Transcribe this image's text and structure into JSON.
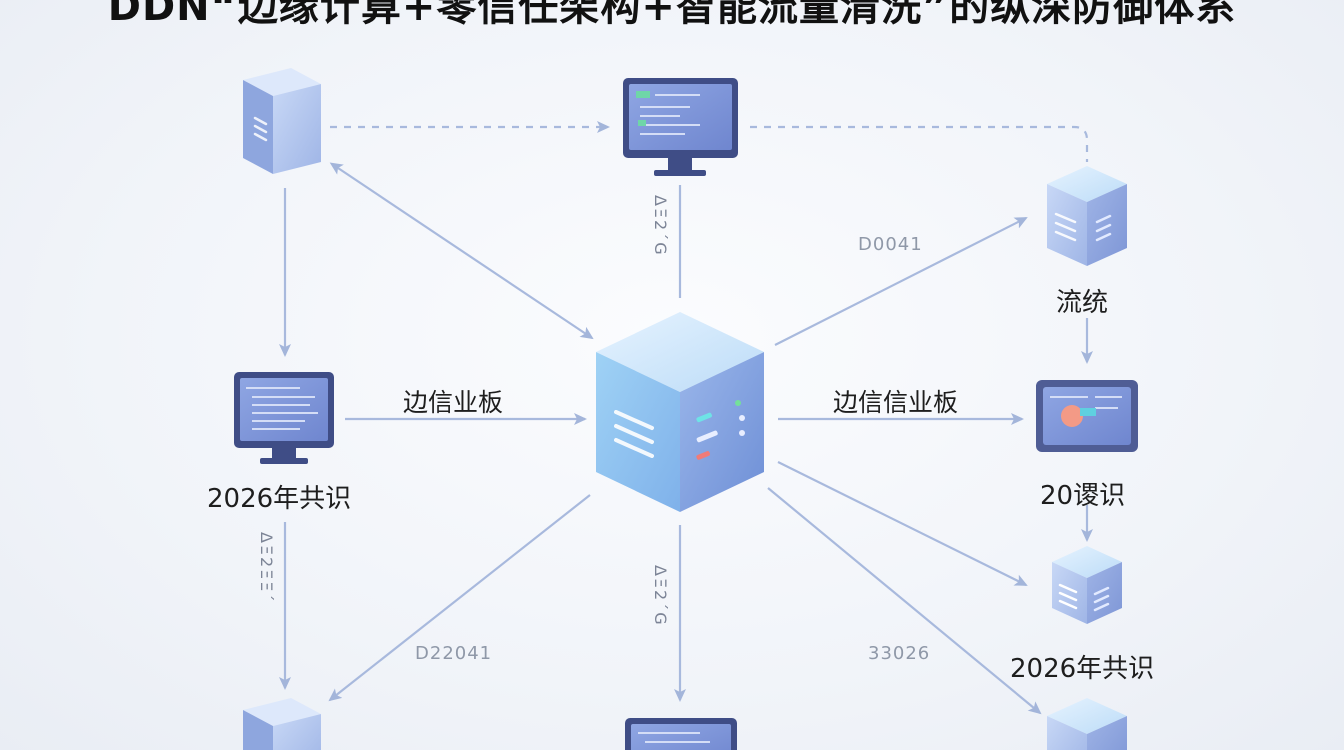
{
  "title": "DDN“边缘计算+零信任架构+智能流量清洗”的纵深防御体系",
  "nodes": {
    "left_mid_caption": "2026年共识",
    "right_top_caption": "流统",
    "right_mid_caption": "20谡识",
    "right_low_caption": "2026年共识"
  },
  "edges": {
    "left_to_center_label": "边信业板",
    "center_to_right_label": "边信信业板"
  },
  "codes": {
    "upper_right": "D0041",
    "lower_left": "D22041",
    "lower_right": "33026",
    "vertical_top": "ΔΞ2΄G",
    "vertical_bottom": "ΔΞ2΄G",
    "vertical_left": "ΔΞ2ΞΞ΄"
  },
  "colors": {
    "arrow": "#a8b9dd",
    "cube_front": "#a9c6ee",
    "cube_top": "#d3e4fa",
    "cube_side": "#7f9ed8",
    "monitor_frame": "#3f4d86",
    "monitor_screen": "#7f97d9"
  }
}
